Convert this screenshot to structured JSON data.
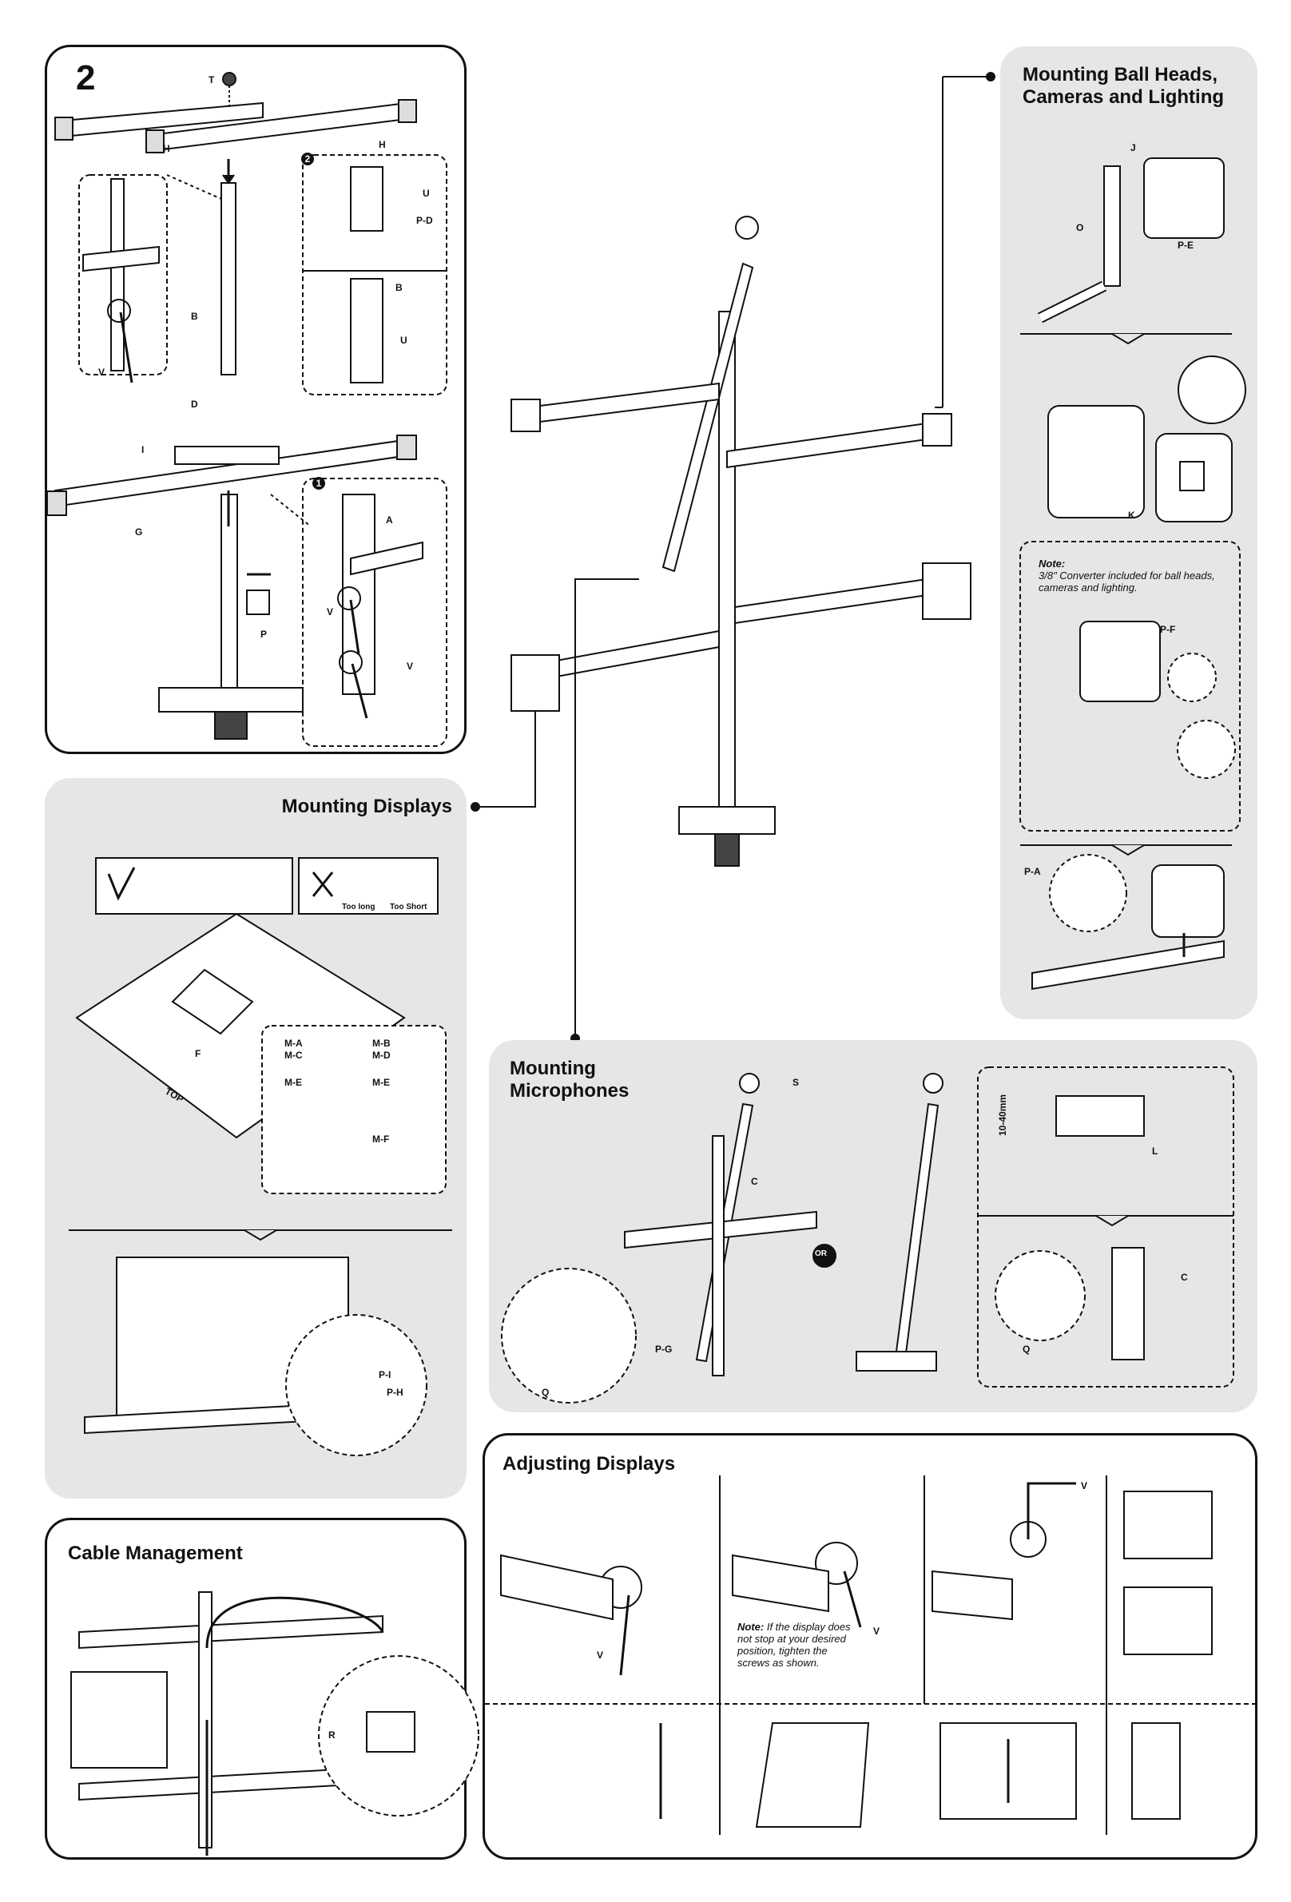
{
  "step": {
    "number": "2",
    "labels": {
      "T": "T",
      "H1": "H",
      "H2": "H",
      "B": "B",
      "D": "D",
      "I": "I",
      "G": "G",
      "V1": "V",
      "P": "P",
      "A": "A",
      "V2": "V",
      "V3": "V",
      "circle2": "2",
      "circle1": "1",
      "U1": "U",
      "PD": "P-D",
      "B2": "B",
      "U2": "U"
    }
  },
  "mounting_ball_heads": {
    "title": "Mounting Ball Heads, Cameras and Lighting",
    "labels": {
      "J": "J",
      "O": "O",
      "PE": "P-E",
      "K": "K",
      "PF": "P-F",
      "PA": "P-A"
    },
    "note_title": "Note:",
    "note_text": "3/8\" Converter included for ball heads, cameras and lighting."
  },
  "mounting_displays": {
    "title": "Mounting Displays",
    "too_long": "Too long",
    "too_short": "Too Short",
    "labels": {
      "F": "F",
      "TOP": "TOP",
      "MA": "M-A",
      "MC": "M-C",
      "MB": "M-B",
      "MD": "M-D",
      "ME1": "M-E",
      "ME2": "M-E",
      "MF": "M-F",
      "PI": "P-I",
      "PH": "P-H"
    }
  },
  "mounting_microphones": {
    "title": "Mounting Microphones",
    "or": "OR",
    "size_label": "10-40mm",
    "labels": {
      "S": "S",
      "C1": "C",
      "PG": "P-G",
      "Q1": "Q",
      "L": "L",
      "C2": "C",
      "Q2": "Q"
    }
  },
  "cable_management": {
    "title": "Cable Management",
    "labels": {
      "R": "R"
    }
  },
  "adjusting_displays": {
    "title": "Adjusting Displays",
    "labels": {
      "V1": "V",
      "V2": "V",
      "V3": "V"
    },
    "note_title": "Note:",
    "note_text": "If the display does not stop at your desired position, tighten the screws as shown."
  }
}
